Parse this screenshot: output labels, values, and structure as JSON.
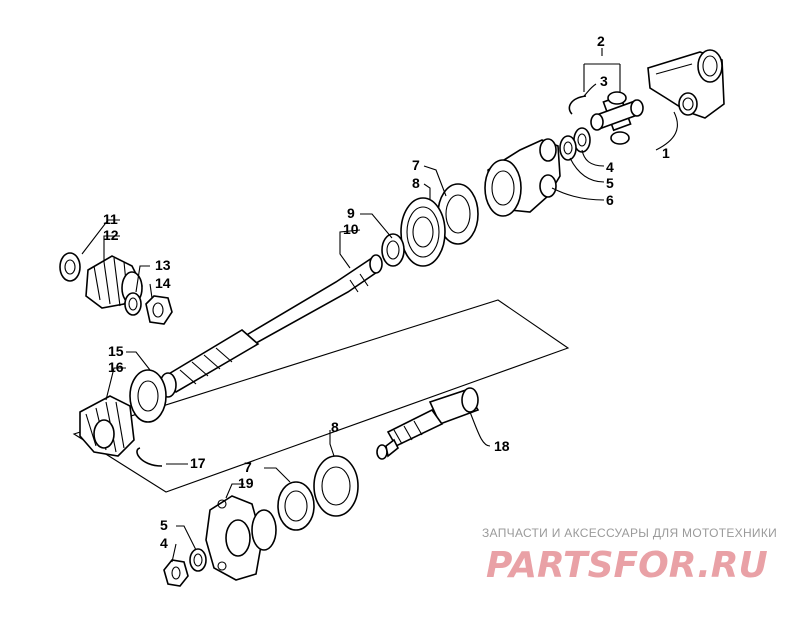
{
  "callouts": [
    {
      "id": "c2a",
      "text": "2"
    },
    {
      "id": "c3",
      "text": "3"
    },
    {
      "id": "c1",
      "text": "1"
    },
    {
      "id": "c4a",
      "text": "4"
    },
    {
      "id": "c5a",
      "text": "5"
    },
    {
      "id": "c6",
      "text": "6"
    },
    {
      "id": "c7a",
      "text": "7"
    },
    {
      "id": "c8a",
      "text": "8"
    },
    {
      "id": "c9",
      "text": "9"
    },
    {
      "id": "c10",
      "text": "10"
    },
    {
      "id": "c11",
      "text": "11"
    },
    {
      "id": "c12",
      "text": "12"
    },
    {
      "id": "c13",
      "text": "13"
    },
    {
      "id": "c14",
      "text": "14"
    },
    {
      "id": "c15",
      "text": "15"
    },
    {
      "id": "c16",
      "text": "16"
    },
    {
      "id": "c17",
      "text": "17"
    },
    {
      "id": "c8b",
      "text": "8"
    },
    {
      "id": "c18",
      "text": "18"
    },
    {
      "id": "c7b",
      "text": "7"
    },
    {
      "id": "c19",
      "text": "19"
    },
    {
      "id": "c5b",
      "text": "5"
    },
    {
      "id": "c4b",
      "text": "4"
    }
  ],
  "watermark": {
    "tagline": "ЗАПЧАСТИ И АКСЕССУАРЫ ДЛЯ МОТОТЕХНИКИ",
    "logo": "PARTSFOR.RU",
    "tagline_color": "#9a9a9a",
    "logo_color": "#e9a1a6"
  }
}
